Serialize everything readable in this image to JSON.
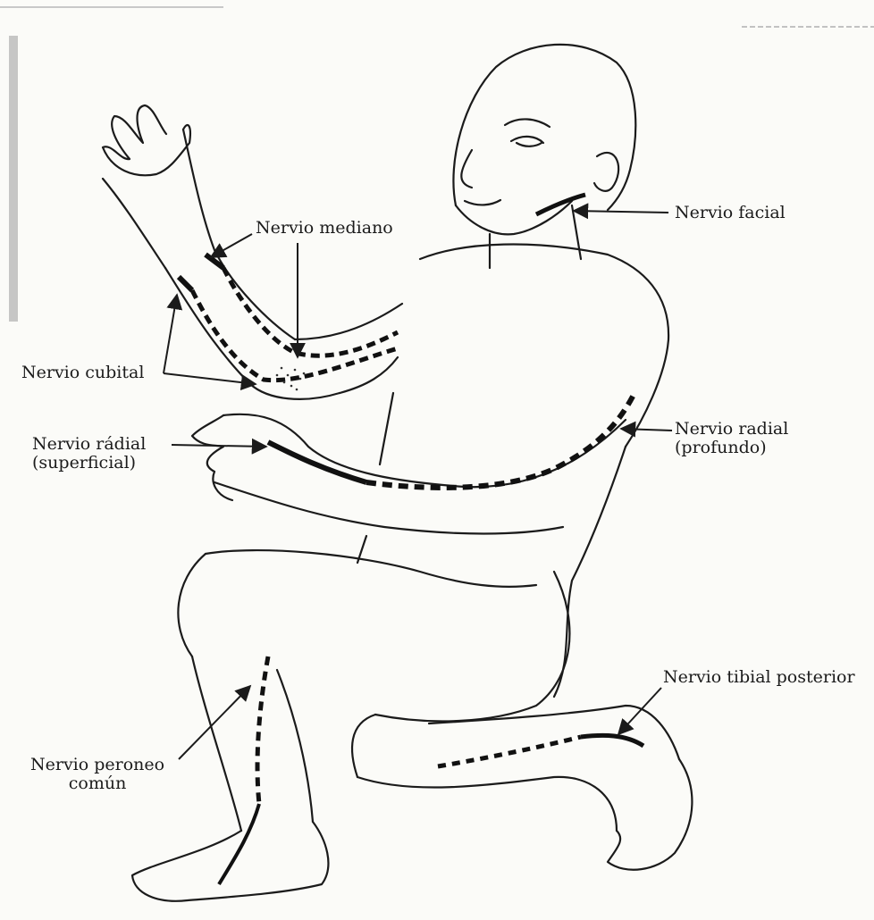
{
  "figure": {
    "ink_color": "#1b1b1b",
    "paper_color": "#fbfbf8",
    "labels": {
      "facial": "Nervio facial",
      "mediano": "Nervio mediano",
      "cubital": "Nervio cubital",
      "radial_superficial": {
        "line1": "Nervio rádial",
        "line2": "(superficial)"
      },
      "radial_profundo": {
        "line1": "Nervio radial",
        "line2": "(profundo)"
      },
      "tibial_posterior": "Nervio tibial posterior",
      "peroneo": {
        "line1": "Nervio peroneo",
        "line2": "común"
      }
    }
  }
}
